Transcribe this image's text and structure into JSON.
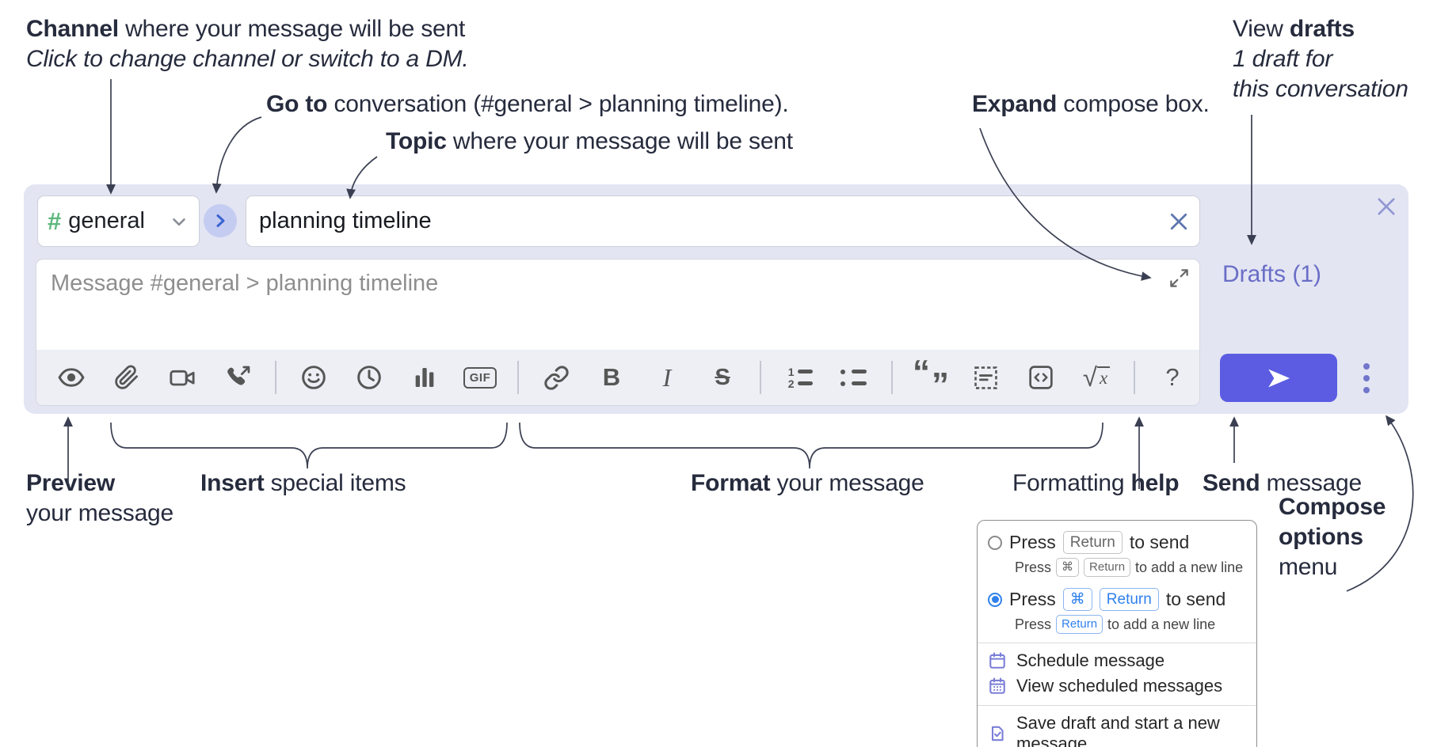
{
  "annotations": {
    "channel": {
      "bold": "Channel",
      "rest": " where your message will be sent",
      "subtitle": "Click to change channel or switch to a DM."
    },
    "go_to": {
      "bold": "Go to",
      "rest": " conversation (#general > planning timeline)."
    },
    "topic": {
      "bold": "Topic",
      "rest": " where your message will be sent"
    },
    "expand": {
      "bold": "Expand",
      "rest": " compose box."
    },
    "view_drafts": {
      "pre": "View ",
      "bold": "drafts",
      "line2": "1 draft for",
      "line3": "this conversation"
    },
    "preview": {
      "bold": "Preview",
      "line2": "your message"
    },
    "insert": {
      "bold": "Insert",
      "rest": " special items"
    },
    "format": {
      "bold": "Format",
      "rest": " your message"
    },
    "formatting_help": {
      "pre": "Formatting ",
      "bold": "help"
    },
    "send": {
      "bold": "Send",
      "rest": " message"
    },
    "compose_options": {
      "line1": "Compose",
      "line2": "options",
      "line3": "menu"
    }
  },
  "compose": {
    "channel_hash": "#",
    "channel_name": "general",
    "topic_value": "planning timeline",
    "message_placeholder": "Message #general > planning timeline",
    "drafts_label": "Drafts (1)"
  },
  "toolbar": {
    "icons": [
      "preview",
      "attach-file",
      "video-call",
      "voice-call",
      "emoji",
      "time",
      "poll",
      "gif",
      "link",
      "bold",
      "italic",
      "strikethrough",
      "numbered-list",
      "bulleted-list",
      "quote",
      "spoiler",
      "code",
      "math",
      "help"
    ],
    "glyphs": {
      "gif": "GIF",
      "bold": "B",
      "italic": "I",
      "strikethrough": "S",
      "sqrt": "√",
      "math_x": "x",
      "help": "?",
      "quote_open": "“",
      "quote_close": "”",
      "ol_1": "1",
      "ol_2": "2"
    }
  },
  "popup": {
    "option_return": {
      "press": "Press",
      "key": "Return",
      "after": "to send",
      "sub_press": "Press",
      "sub_key_cmd": "⌘",
      "sub_key_return": "Return",
      "sub_after": "to add a new line"
    },
    "option_cmd_return": {
      "press": "Press",
      "key_cmd": "⌘",
      "key_return": "Return",
      "after": "to send",
      "sub_press": "Press",
      "sub_key_return": "Return",
      "sub_after": "to add a new line"
    },
    "schedule": "Schedule message",
    "view_scheduled": "View scheduled messages",
    "save_draft": "Save draft and start a new message"
  },
  "colors": {
    "compose_bg": "#e3e5f3",
    "accent_send": "#5b5ce2",
    "drafts_link": "#6a6ec6",
    "key_blue": "#2f80ed",
    "hash_green": "#5cb87c",
    "menu_icon_purple": "#7b7ed8"
  }
}
